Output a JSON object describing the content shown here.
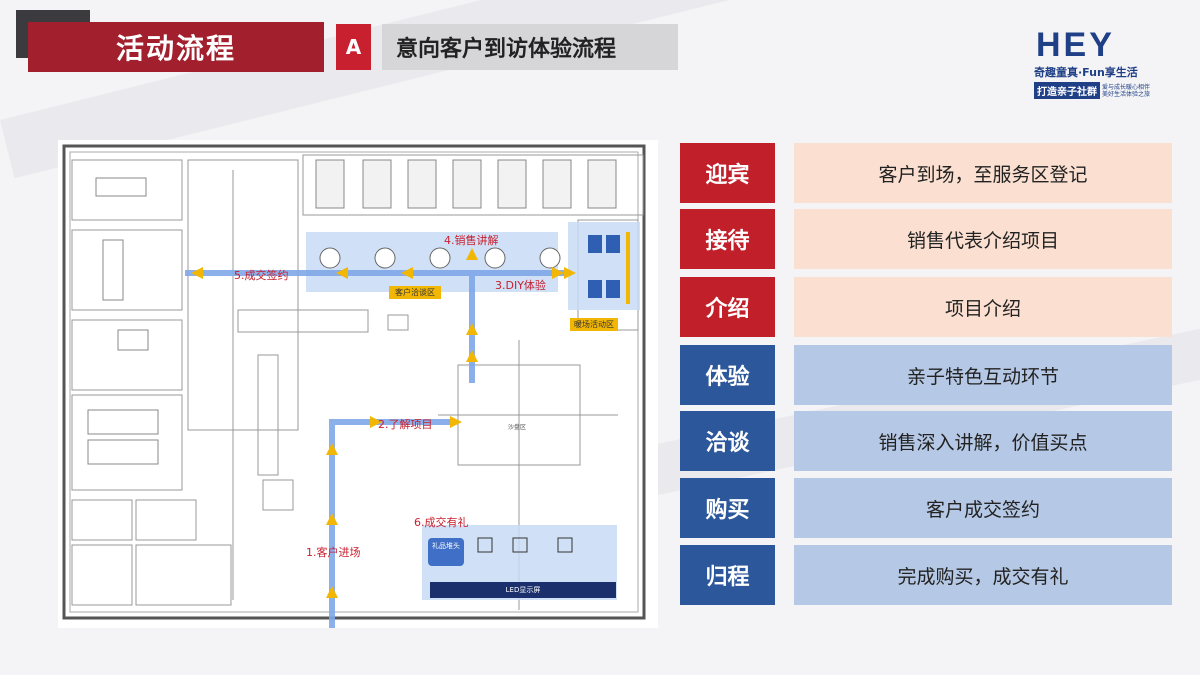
{
  "header": {
    "title": "活动流程",
    "section_letter": "A",
    "subtitle": "意向客户到访体验流程"
  },
  "logo": {
    "brand": "HEY",
    "tagline": "奇趣童真·Fun享生活",
    "slogan": "打造亲子社群",
    "small_line1": "爱与成长暖心相伴",
    "small_line2": "美好生活体验之旅"
  },
  "floorplan": {
    "route_labels": {
      "step1": "1.客户进场",
      "step2": "2.了解项目",
      "step3": "3.DIY体验",
      "step4": "4.销售讲解",
      "step5": "5.成交签约",
      "step6": "6.成交有礼"
    },
    "zones": {
      "negotiation": "客户洽谈区",
      "warm_activity": "暖场活动区",
      "gift": "礼品堆头",
      "led": "LED显示屏",
      "sand_table": "沙盘区"
    }
  },
  "steps": [
    {
      "label": "迎宾",
      "desc": "客户到场，至服务区登记"
    },
    {
      "label": "接待",
      "desc": "销售代表介绍项目"
    },
    {
      "label": "介绍",
      "desc": "项目介绍"
    },
    {
      "label": "体验",
      "desc": "亲子特色互动环节"
    },
    {
      "label": "洽谈",
      "desc": "销售深入讲解，价值买点"
    },
    {
      "label": "购买",
      "desc": "客户成交签约"
    },
    {
      "label": "归程",
      "desc": "完成购买，成交有礼"
    }
  ],
  "colors": {
    "header_red": "#a21f2d",
    "accent_red": "#c8202f",
    "step_red": "#c11f2a",
    "step_blue": "#2c579a",
    "desc_peach": "#fbe0d1",
    "desc_blue": "#b5c8e5",
    "route_blue": "#7ea7e8",
    "arrow_yellow": "#f2b705",
    "brand_navy": "#1f3f86"
  }
}
